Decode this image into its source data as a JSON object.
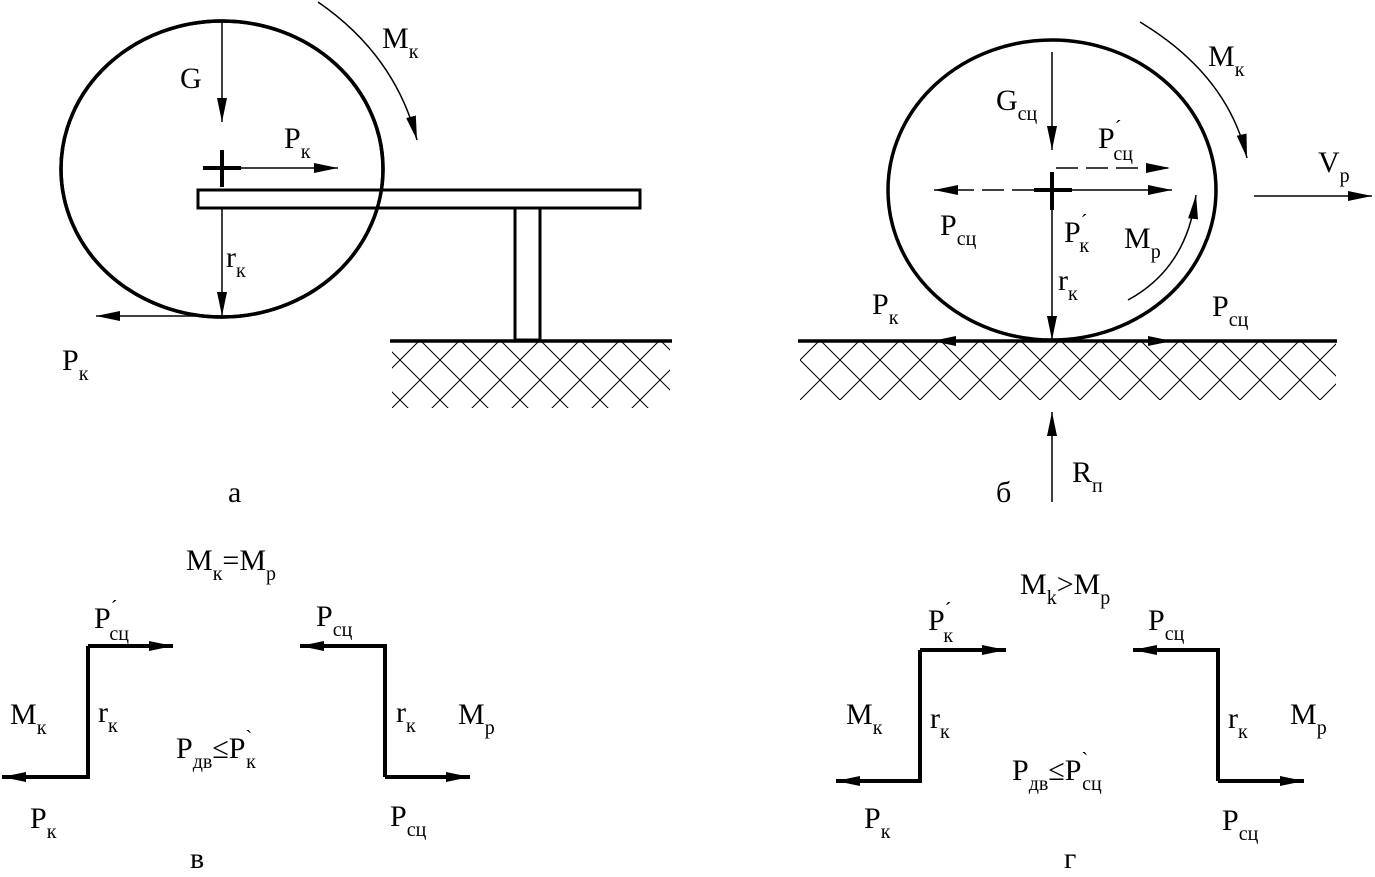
{
  "panels": {
    "a": {
      "caption": "а",
      "labels": {
        "G": "G",
        "Mk": {
          "main": "M",
          "sub": "к"
        },
        "Pk_center": {
          "main": "P",
          "sub": "к"
        },
        "rk": {
          "main": "r",
          "sub": "к"
        },
        "Pk_contact": {
          "main": "P",
          "sub": "к"
        }
      }
    },
    "b": {
      "caption": "б",
      "labels": {
        "Gsc": {
          "main": "G",
          "sub": "сц"
        },
        "Mk": {
          "main": "M",
          "sub": "к"
        },
        "Psc_prime": {
          "main": "P",
          "sup": "´",
          "sub": "сц"
        },
        "Vp": {
          "main": "V",
          "sub": "р"
        },
        "Psc_left": {
          "main": "P",
          "sub": "сц"
        },
        "Pk_prime": {
          "main": "P",
          "sup": "´",
          "sub": "к"
        },
        "Mp": {
          "main": "M",
          "sub": "р"
        },
        "rk": {
          "main": "r",
          "sub": "к"
        },
        "Pk_ground": {
          "main": "P",
          "sub": "к"
        },
        "Psc_ground": {
          "main": "P",
          "sub": "сц"
        },
        "Rn": {
          "main": "R",
          "sub": "п"
        }
      }
    },
    "v": {
      "caption": "в",
      "equation": {
        "m1": "M",
        "s1": "к",
        "op": "=M",
        "s2": "р"
      },
      "inequality": {
        "p1": "P",
        "s1": "дв",
        "op": "≤P",
        "sup": "`",
        "s2": "к"
      },
      "labels": {
        "Psc_prime": {
          "main": "P",
          "sup": "´",
          "sub": "сц"
        },
        "Psc_top": {
          "main": "P",
          "sub": "сц"
        },
        "Mk": {
          "main": "M",
          "sub": "к"
        },
        "rk_left": {
          "main": "r",
          "sub": "к"
        },
        "rk_right": {
          "main": "r",
          "sub": "к"
        },
        "Mp": {
          "main": "M",
          "sub": "р"
        },
        "Pk_bottom": {
          "main": "P",
          "sub": "к"
        },
        "Psc_bottom": {
          "main": "P",
          "sub": "сц"
        }
      }
    },
    "g": {
      "caption": "г",
      "equation": {
        "m1": "M",
        "s1": "k",
        "op": ">M",
        "s2": "р"
      },
      "inequality": {
        "p1": "P",
        "s1": "дв",
        "op": "≤P",
        "sup": "`",
        "s2": "сц"
      },
      "labels": {
        "Pk_prime": {
          "main": "P",
          "sup": "´",
          "sub": "к"
        },
        "Psc_top": {
          "main": "P",
          "sub": "сц"
        },
        "Mk": {
          "main": "M",
          "sub": "к"
        },
        "rk_left": {
          "main": "r",
          "sub": "к"
        },
        "rk_right": {
          "main": "r",
          "sub": "к"
        },
        "Mp": {
          "main": "M",
          "sub": "р"
        },
        "Pk_bottom": {
          "main": "P",
          "sub": "к"
        },
        "Psc_bottom": {
          "main": "P",
          "sub": "сц"
        }
      }
    }
  }
}
